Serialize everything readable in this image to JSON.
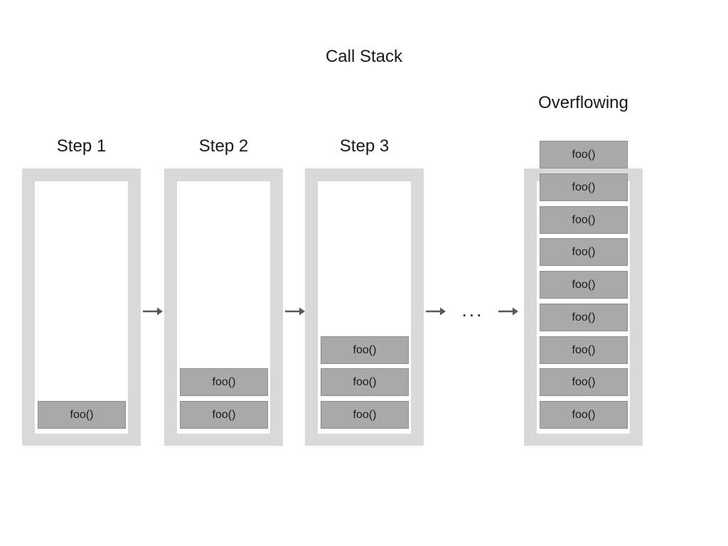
{
  "title": "Call Stack",
  "stacks": [
    {
      "label": "Step 1",
      "overflowing": false,
      "frames": [
        "foo()"
      ]
    },
    {
      "label": "Step 2",
      "overflowing": false,
      "frames": [
        "foo()",
        "foo()"
      ]
    },
    {
      "label": "Step 3",
      "overflowing": false,
      "frames": [
        "foo()",
        "foo()",
        "foo()"
      ]
    },
    {
      "label": "Overflowing",
      "overflowing": true,
      "frames": [
        "foo()",
        "foo()",
        "foo()",
        "foo()",
        "foo()",
        "foo()",
        "foo()",
        "foo()",
        "foo()"
      ]
    }
  ],
  "connectors": [
    {
      "type": "arrow",
      "icon": "arrow-right-icon"
    },
    {
      "type": "arrow",
      "icon": "arrow-right-icon"
    },
    {
      "type": "arrow",
      "icon": "arrow-right-icon"
    },
    {
      "type": "ellipsis",
      "text": "..."
    },
    {
      "type": "arrow",
      "icon": "arrow-right-icon"
    }
  ],
  "colors": {
    "background": "#ffffff",
    "container": "#d9d9d9",
    "container_inner": "#ffffff",
    "frame_fill": "#a9a9a9",
    "frame_border": "#8d8d8d",
    "text": "#1a1a1a",
    "arrow": "#595959"
  }
}
